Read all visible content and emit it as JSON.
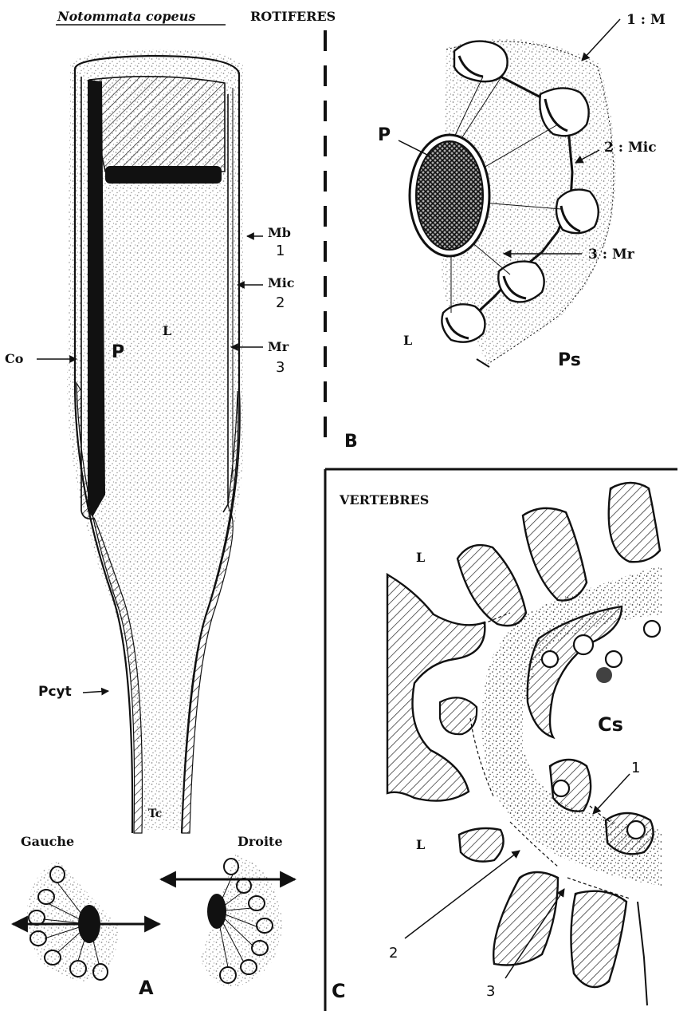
{
  "header": {
    "species": "Notommata copeus",
    "group_rotifers": "ROTIFERES",
    "group_vertebrates": "VERTEBRES"
  },
  "panels": {
    "a": "A",
    "b": "B",
    "c": "C"
  },
  "panel_a": {
    "mb": "Mb",
    "mb_num": "1",
    "mic": "Mic",
    "mic_num": "2",
    "mr": "Mr",
    "mr_num": "3",
    "co": "Co",
    "p": "P",
    "l": "L",
    "pcyt": "Pcyt",
    "tc": "Tc",
    "left": "Gauche",
    "right": "Droite"
  },
  "panel_b": {
    "l1": "1 : M",
    "l2": "2 : Mic",
    "l3": "3 : Mr",
    "p": "P",
    "l": "L",
    "ps": "Ps"
  },
  "panel_c": {
    "l_top": "L",
    "l_bottom": "L",
    "cs": "Cs",
    "n1": "1",
    "n2": "2",
    "n3": "3"
  },
  "colors": {
    "ink": "#111111",
    "paper": "#ffffff"
  }
}
